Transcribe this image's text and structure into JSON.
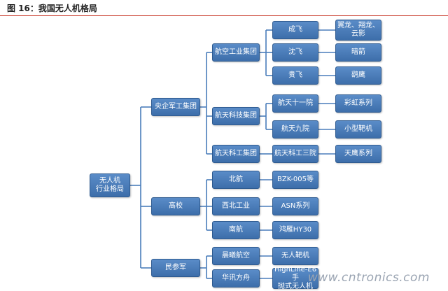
{
  "figure_title": "图 16：我国无人机格局",
  "watermark": "www.cntronics.com",
  "colors": {
    "node_fill": "#4a7dbb",
    "node_border": "#2f5b90",
    "connector": "#4a7dbb",
    "title_rule": "#c8392b"
  },
  "tree": {
    "root": {
      "label": "无人机\n行业格局"
    },
    "categories": [
      {
        "label": "央企军工集团",
        "groups": [
          {
            "label": "航空工业集团",
            "members": [
              {
                "label": "成飞",
                "products": [
                  "翼龙、翔龙、\n云影"
                ]
              },
              {
                "label": "沈飞",
                "products": [
                  "暗箭"
                ]
              },
              {
                "label": "贵飞",
                "products": [
                  "鹞鹰"
                ]
              }
            ]
          },
          {
            "label": "航天科技集团",
            "members": [
              {
                "label": "航天十一院",
                "products": [
                  "彩虹系列"
                ]
              },
              {
                "label": "航天九院",
                "products": [
                  "小型靶机"
                ]
              }
            ]
          },
          {
            "label": "航天科工集团",
            "members": [
              {
                "label": "航天科工三院",
                "products": [
                  "天鹰系列"
                ]
              }
            ]
          }
        ]
      },
      {
        "label": "高校",
        "groups": [
          {
            "label": "北航",
            "products": [
              "BZK-005等"
            ]
          },
          {
            "label": "西北工业",
            "products": [
              "ASN系列"
            ]
          },
          {
            "label": "南航",
            "products": [
              "鸿雁HY30"
            ]
          }
        ]
      },
      {
        "label": "民参军",
        "groups": [
          {
            "label": "晨曦航空",
            "products": [
              "无人靶机"
            ]
          },
          {
            "label": "华讯方舟",
            "products": [
              "HighLine-E6 手\n抛式无人机"
            ]
          }
        ]
      }
    ]
  }
}
